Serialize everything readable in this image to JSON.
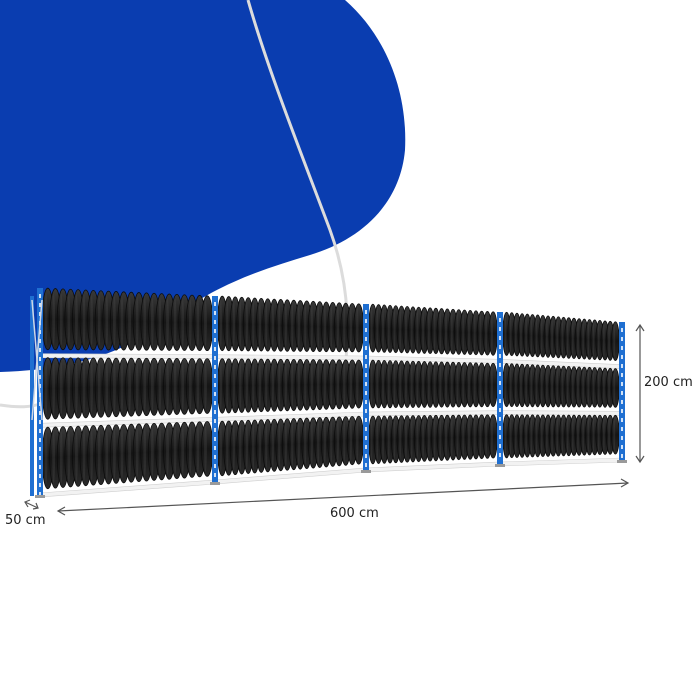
{
  "product": {
    "name": "tire-storage-rack",
    "rack_sections": 4,
    "shelf_levels": 3
  },
  "dimensions": {
    "height_label": "200 cm",
    "length_label": "600 cm",
    "depth_label": "50 cm"
  },
  "colors": {
    "blob": "#0a3db0",
    "upright": "#1f6fd1",
    "beam": "#f2f2f2",
    "tire": "#1b1b1b",
    "tire_highlight": "#4a4a4a",
    "arrow": "#555555"
  }
}
